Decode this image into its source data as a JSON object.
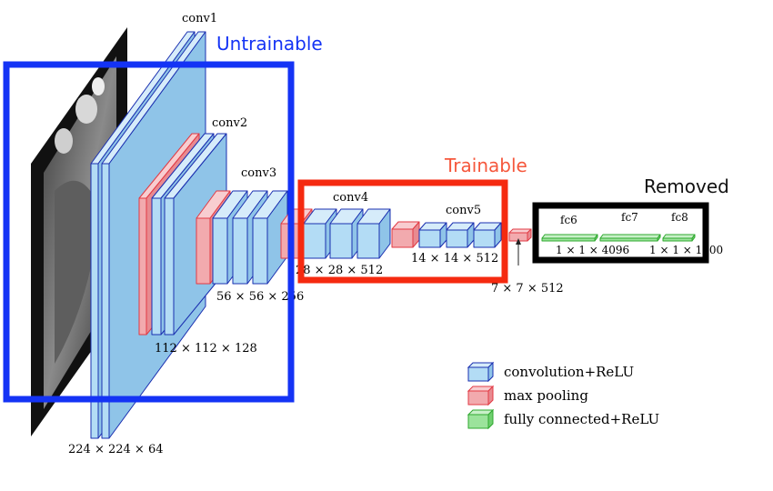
{
  "layers": {
    "conv1": "conv1",
    "conv2": "conv2",
    "conv3": "conv3",
    "conv4": "conv4",
    "conv5": "conv5",
    "fc6": "fc6",
    "fc7": "fc7",
    "fc8": "fc8"
  },
  "dimensions": {
    "d224": "224 × 224 × 64",
    "d112": "112 × 112 × 128",
    "d56": "56 × 56 × 256",
    "d28": "28 × 28 × 512",
    "d14": "14 × 14 × 512",
    "d7": "7 × 7 × 512",
    "fc4096": "1 × 1 × 4096",
    "fc1000": "1 × 1 × 1000"
  },
  "annotations": {
    "untrainable": "Untrainable",
    "trainable": "Trainable",
    "removed": "Removed"
  },
  "legend": {
    "conv": "convolution+ReLU",
    "pool": "max pooling",
    "fc": "fully connected+ReLU"
  },
  "colors": {
    "untrainable": "#1433f5",
    "trainable": "#f52a10",
    "removed": "#000000",
    "conv_fill": "#b3dcf5",
    "conv_stroke": "#1a2fb0",
    "pool_fill": "#f2aaae",
    "pool_stroke": "#e23a44",
    "fc_fill": "#9be39b",
    "fc_stroke": "#2fa82f"
  }
}
